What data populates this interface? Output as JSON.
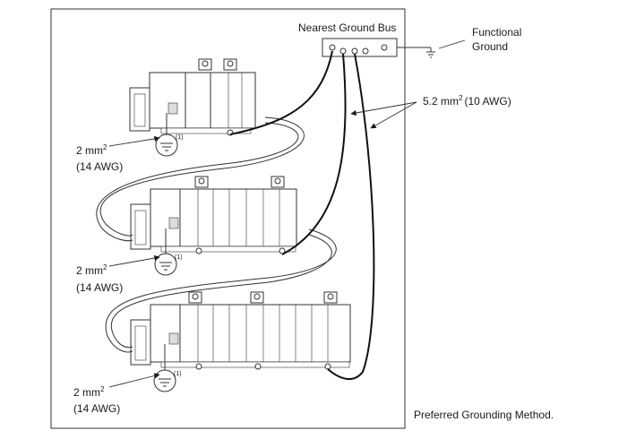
{
  "ground_bus": {
    "label": "Nearest Ground Bus"
  },
  "functional_ground": {
    "line1": "Functional",
    "line2": "Ground"
  },
  "main_conductor": {
    "size": "5.2 mm",
    "exp": "2",
    "awg": "(10 AWG)"
  },
  "chassis": [
    {
      "size": "2 mm",
      "exp": "2",
      "awg": "(14 AWG)",
      "note": "(1)"
    },
    {
      "size": "2 mm",
      "exp": "2",
      "awg": "(14 AWG)",
      "note": "(1)"
    },
    {
      "size": "2 mm",
      "exp": "2",
      "awg": "(14 AWG)",
      "note": "(1)"
    }
  ],
  "caption": "Preferred Grounding Method."
}
